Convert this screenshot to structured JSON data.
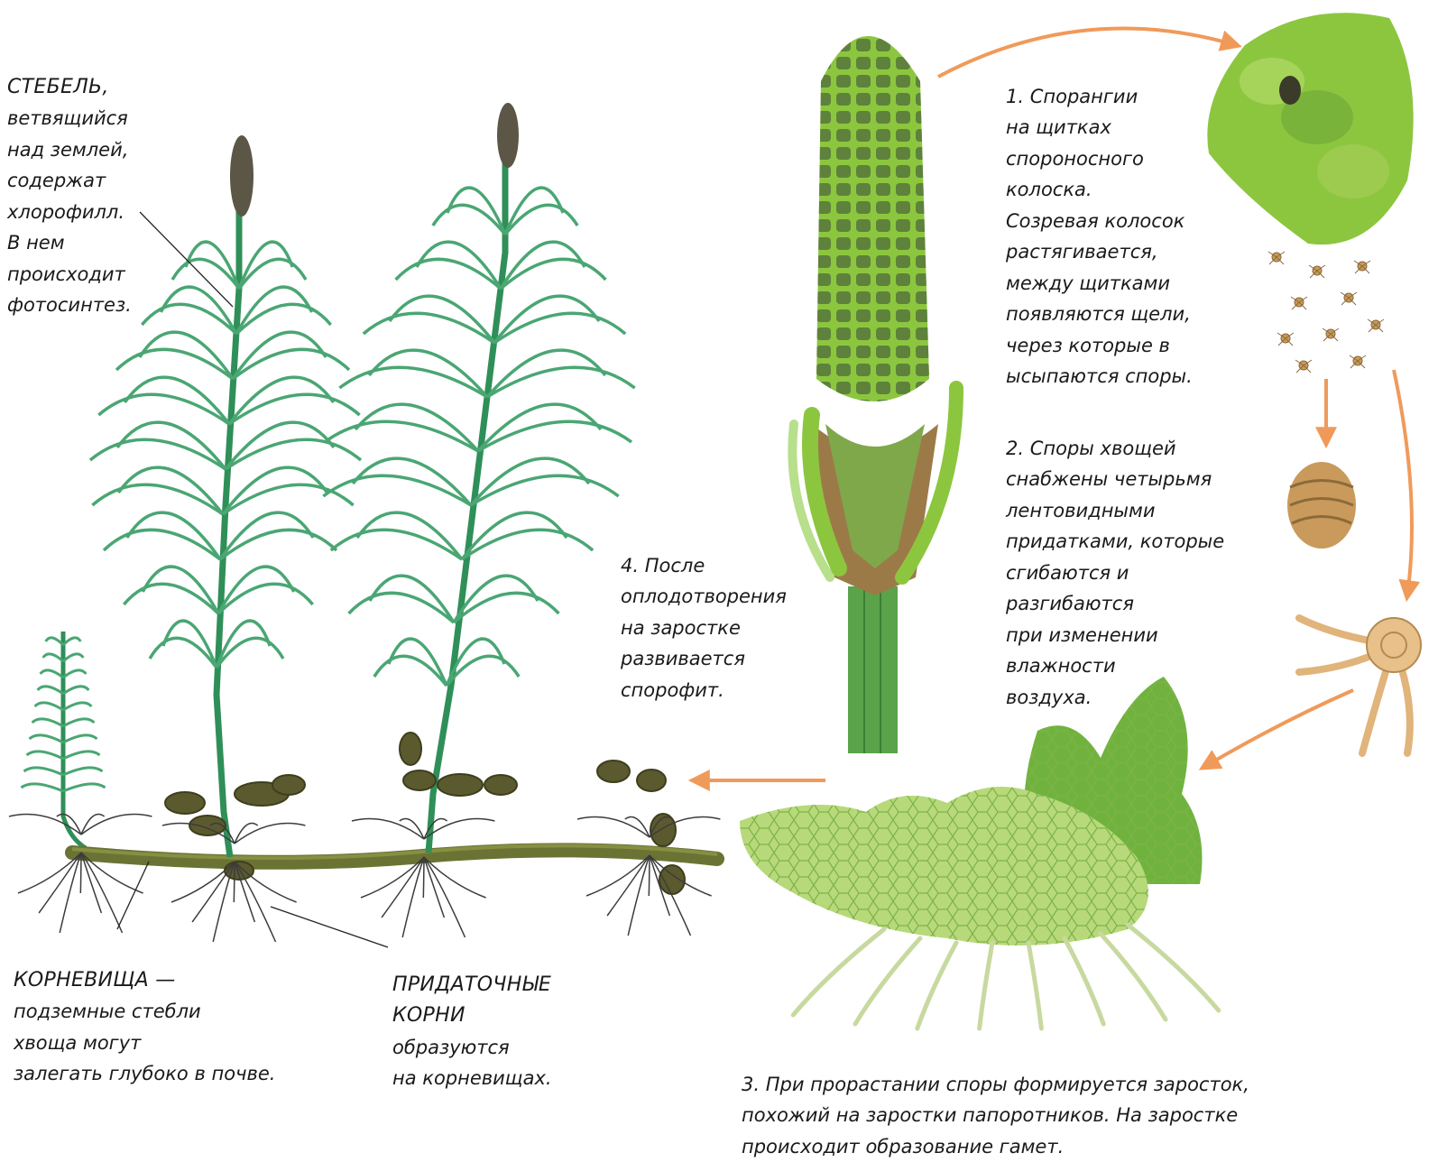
{
  "labels": {
    "stem": {
      "title": "СТЕБЕЛЬ,",
      "text": "ветвящийся\nнад землей,\nсодержат\nхлорофилл.\nВ нем\nпроисходит\nфотосинтез."
    },
    "step1": {
      "text": "1. Спорангии\nна щитках\nспороносного\nколоска.\nСозревая колосок\nрастягивается,\nмежду щитками\nпоявляются щели,\nчерез которые в\nысыпаются споры."
    },
    "step2": {
      "text": "2. Споры хвощей\nснабжены четырьмя\nлентовидными\nпридатками, которые\nсгибаются и\nразгибаются\nпри изменении\nвлажности\nвоздуха."
    },
    "step4": {
      "text": " 4. После\nоплодотворения\nна заростке\nразвивается\nспорофит."
    },
    "rhizome": {
      "title": "КОРНЕВИЩА —",
      "text": "подземные стебли\nхвоща могут\nзалегать глубоко в почве."
    },
    "roots": {
      "title": "ПРИДАТОЧНЫЕ\nКОРНИ",
      "text": "образуются\nна корневищах."
    },
    "step3": {
      "text": "3. При  прорастании споры формируется заросток,\nпохожий на заростки папоротников. На  заростке\nпроисходит образование гамет."
    }
  },
  "colors": {
    "stem": "#2f8f58",
    "branch": "#4aa673",
    "cone": "#5b5646",
    "rhizome": "#6b7334",
    "tuber": "#5a5a2e",
    "root": "#3c3c3c",
    "arrow": "#f09a5a",
    "strobilus": "#8cc63f",
    "prothallus": "#b7d97a",
    "prothallus_dark": "#6fb33e",
    "spore": "#c99a5b"
  }
}
